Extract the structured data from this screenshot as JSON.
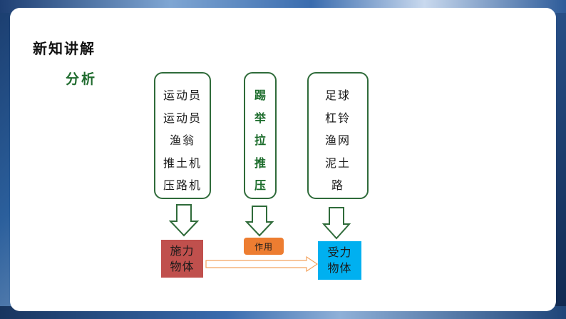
{
  "slide": {
    "title": "新知讲解",
    "subtitle": "分析"
  },
  "groups": {
    "subjects": [
      "运动员",
      "运动员",
      "渔翁",
      "推土机",
      "压路机"
    ],
    "actions": [
      "踢",
      "举",
      "拉",
      "推",
      "压"
    ],
    "objects": [
      "足球",
      "杠铃",
      "渔网",
      "泥土",
      "路"
    ]
  },
  "flow": {
    "applier": [
      "施力",
      "物体"
    ],
    "relation": "作用",
    "receiver": [
      "受力",
      "物体"
    ]
  },
  "colors": {
    "box_border": "#2f6b3a",
    "subtitle": "#1f6b2e",
    "action_text": "#1a6b2a",
    "applier_fill": "#c0504d",
    "receiver_fill": "#00b0f0",
    "relation_fill": "#ed7d31",
    "arrow_stroke": "#2f6b3a",
    "connector_stroke": "#f4a460"
  }
}
